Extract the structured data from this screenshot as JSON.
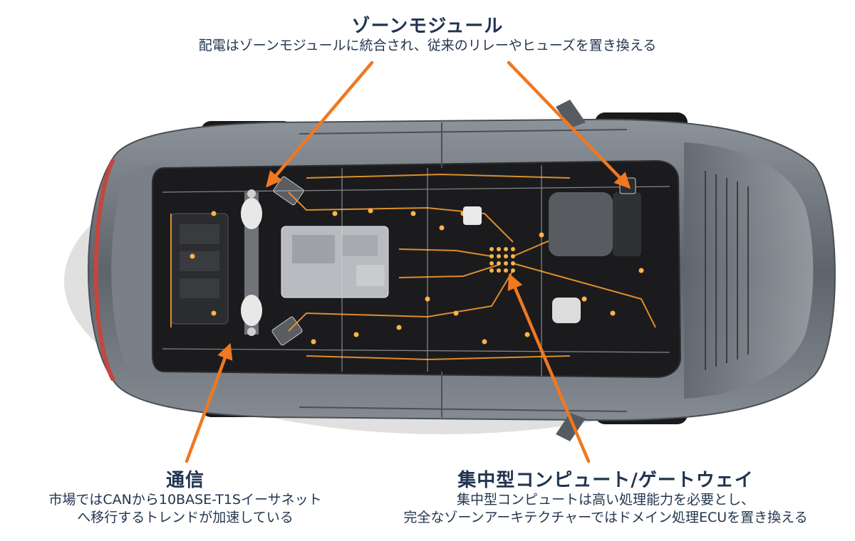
{
  "callouts": {
    "zone": {
      "title": "ゾーンモジュール",
      "desc": "配電はゾーンモジュールに統合され、従来のリレーやヒューズを置き換える"
    },
    "comm": {
      "title": "通信",
      "desc1": "市場ではCANから10BASE-T1Sイーサネット",
      "desc2": "へ移行するトレンドが加速している"
    },
    "compute": {
      "title": "集中型コンピュート/ゲートウェイ",
      "desc1": "集中型コンピュートは高い処理能力を必要とし、",
      "desc2": "完全なゾーンアーキテクチャーではドメイン処理ECUを置き換える"
    }
  },
  "colors": {
    "arrow": "#f07820",
    "text": "#1f3350",
    "body_paint": "#6f757c",
    "floor": "#1b1b1d",
    "wire": "#f29a2e",
    "tail_light": "#c2473e"
  }
}
